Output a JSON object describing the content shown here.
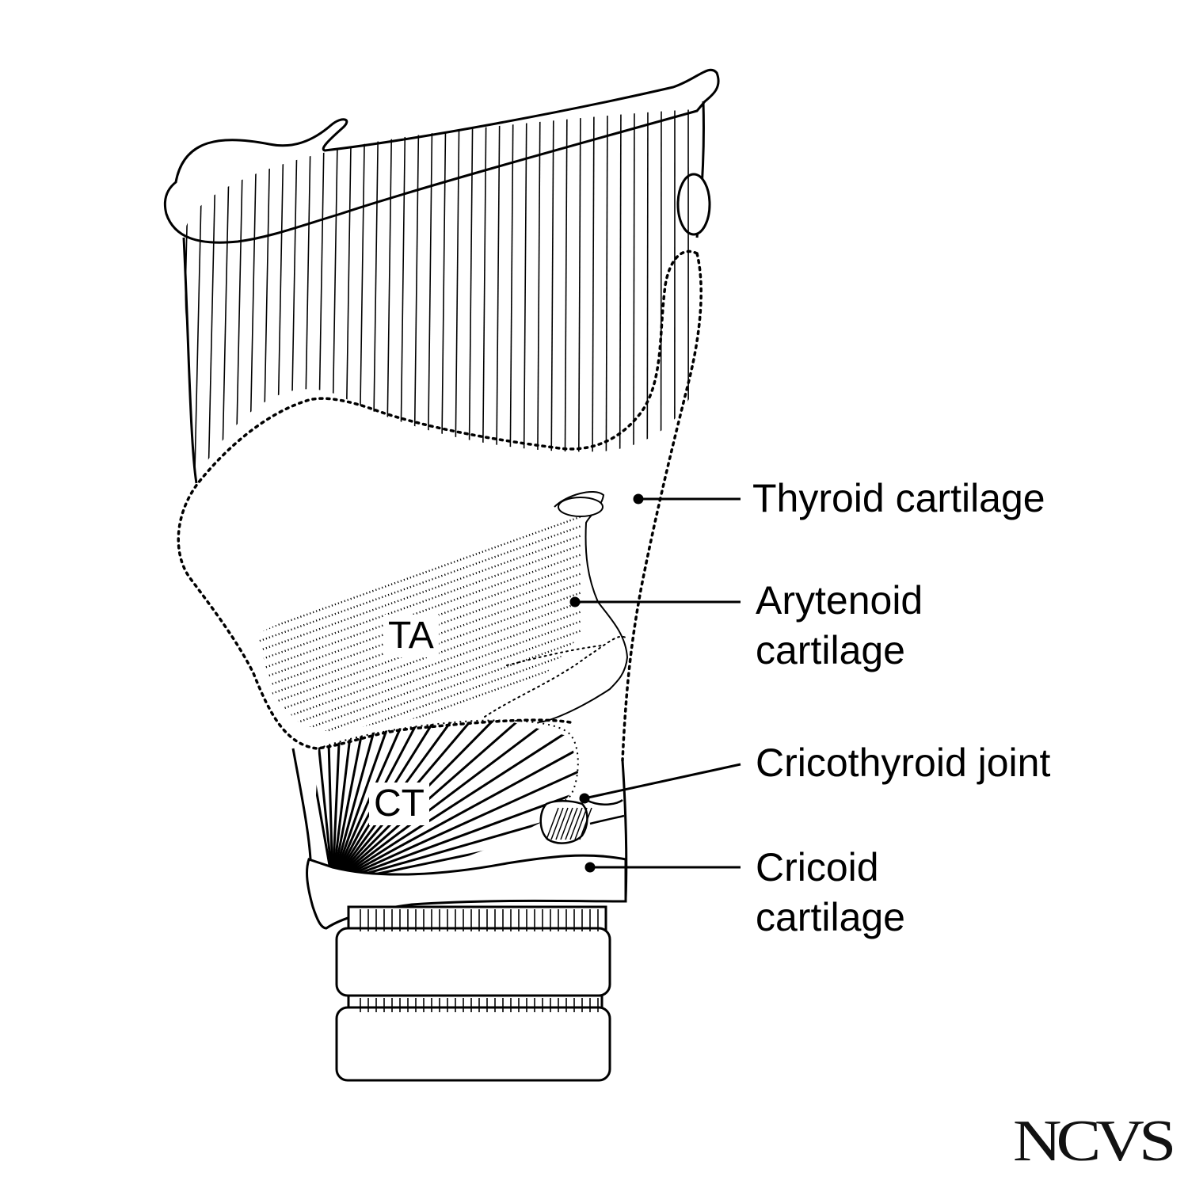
{
  "labels": {
    "thyroid": "Thyroid cartilage",
    "arytenoid_line1": "Arytenoid",
    "arytenoid_line2": "cartilage",
    "cricothyroid_joint": "Cricothyroid joint",
    "cricoid_line1": "Cricoid",
    "cricoid_line2": "cartilage"
  },
  "muscles": {
    "ta": "TA",
    "ct": "CT"
  },
  "logo": "NCVS",
  "colors": {
    "ink": "#000000",
    "paper": "#ffffff"
  }
}
